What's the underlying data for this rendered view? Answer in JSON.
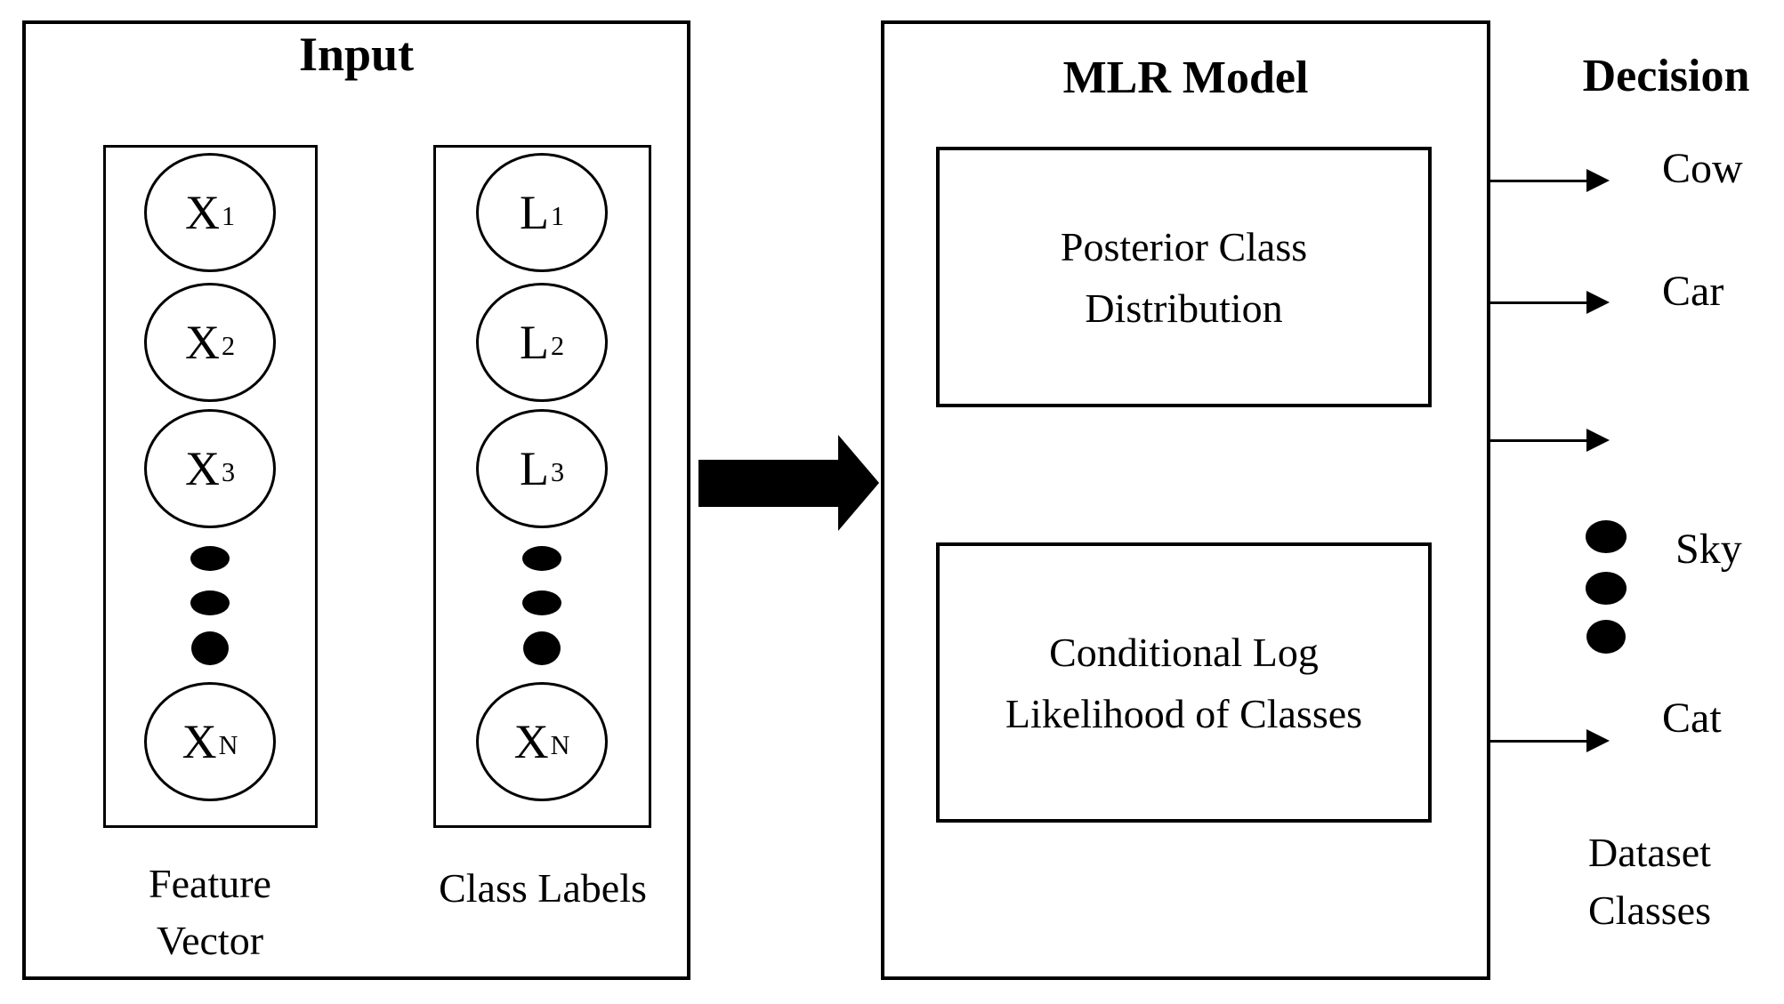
{
  "diagram": {
    "colors": {
      "ink": "#000000",
      "background": "#ffffff"
    },
    "input": {
      "title": "Input",
      "feature_vector": {
        "caption": [
          "Feature",
          "Vector"
        ],
        "nodes": [
          {
            "base": "X",
            "sub": "1"
          },
          {
            "base": "X",
            "sub": "2"
          },
          {
            "base": "X",
            "sub": "3"
          },
          {
            "base": "X",
            "sub": "N"
          }
        ]
      },
      "class_labels": {
        "caption": [
          "Class Labels"
        ],
        "nodes": [
          {
            "base": "L",
            "sub": "1"
          },
          {
            "base": "L",
            "sub": "2"
          },
          {
            "base": "L",
            "sub": "3"
          },
          {
            "base": "X",
            "sub": "N"
          }
        ]
      }
    },
    "model": {
      "title": "MLR Model",
      "blocks": [
        {
          "lines": [
            "Posterior Class",
            "Distribution"
          ]
        },
        {
          "lines": [
            "Conditional Log",
            "Likelihood of Classes"
          ]
        }
      ]
    },
    "decision": {
      "title": "Decision",
      "labels": [
        "Cow",
        "Car",
        "Sky",
        "Cat"
      ],
      "footer": [
        "Dataset",
        "Classes"
      ]
    }
  }
}
